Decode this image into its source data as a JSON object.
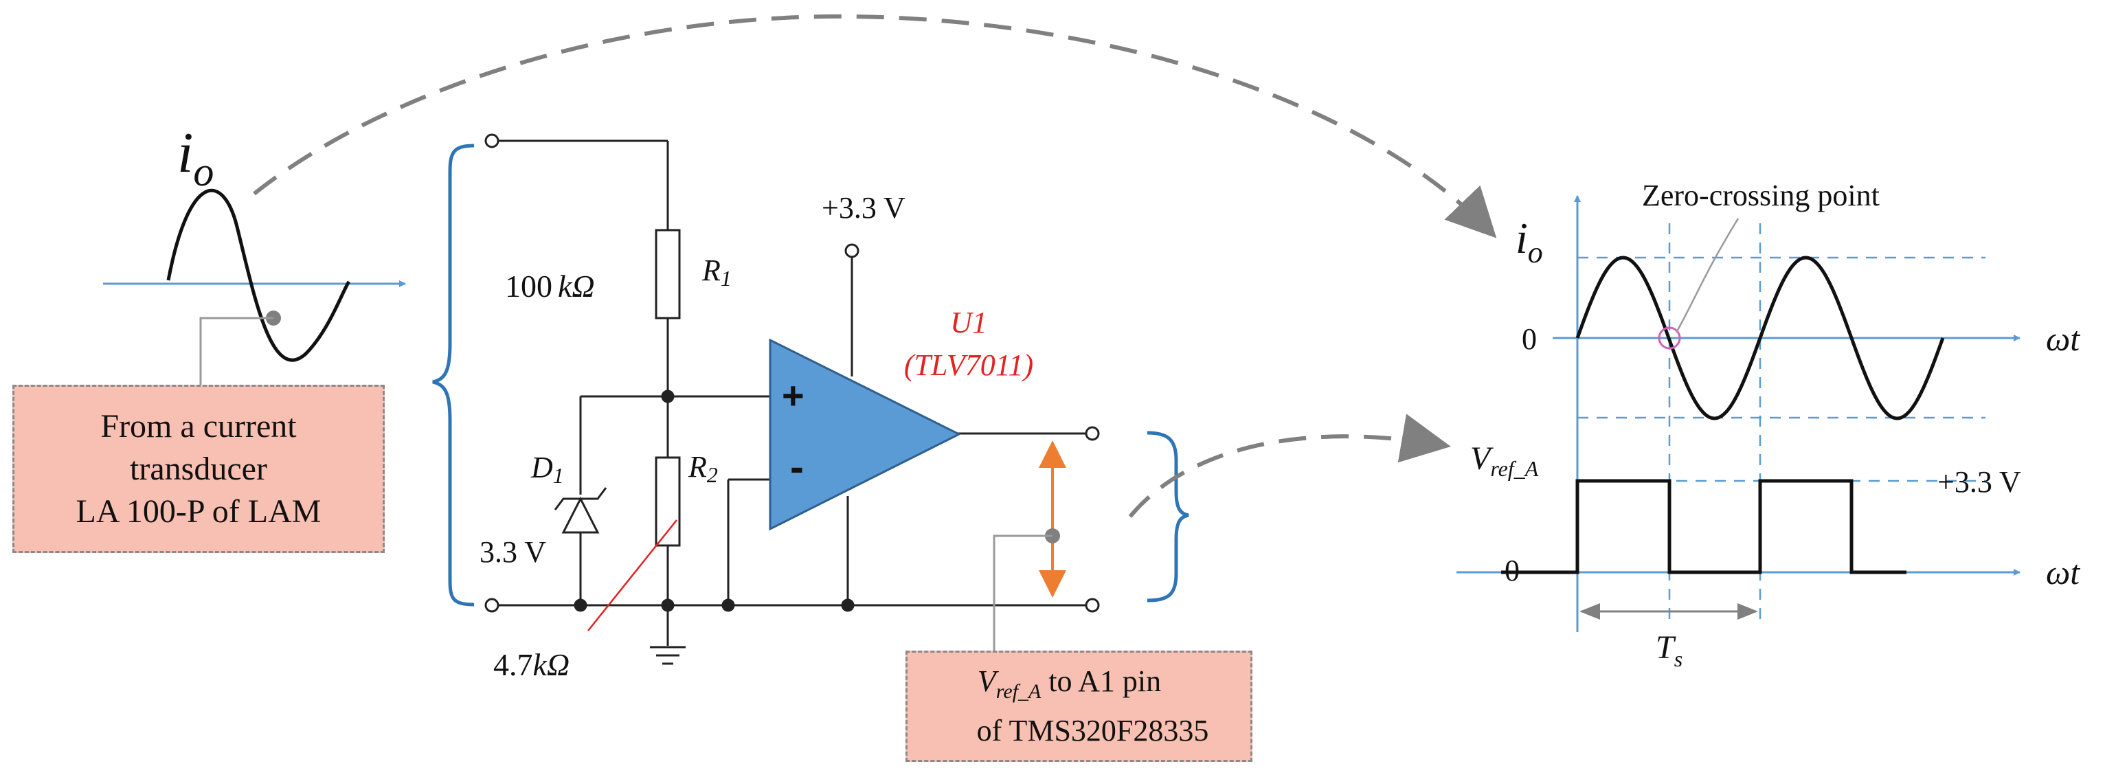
{
  "input_signal": {
    "symbol": "i",
    "subscript": "o"
  },
  "source_note": {
    "lines": [
      "From a current",
      "transducer",
      "LA 100-P of LAM"
    ]
  },
  "circuit": {
    "supply_label": "+3.3 V",
    "r1": {
      "name": "R",
      "sub": "1",
      "value_num": "100",
      "value_unit": "kΩ"
    },
    "r2": {
      "name": "R",
      "sub": "2",
      "value_num": "4.7",
      "value_unit": "kΩ"
    },
    "d1": {
      "name": "D",
      "sub": "1",
      "value": "3.3 V"
    },
    "opamp": {
      "name": "U1",
      "part": "(TLV7011)",
      "plus": "+",
      "minus": "-"
    }
  },
  "output_note": {
    "signal": "V",
    "signal_sub": "ref_A",
    "line1_rest": " to A1 pin",
    "line2": "of TMS320F28335"
  },
  "waveforms": {
    "top_label": {
      "symbol": "i",
      "subscript": "o"
    },
    "zero_top": "0",
    "axis_top": "ωt",
    "bottom_label": {
      "symbol": "V",
      "subscript": "ref_A"
    },
    "level_label": "+3.3 V",
    "zero_bottom": "0",
    "axis_bottom": "ωt",
    "period": {
      "symbol": "T",
      "subscript": "s"
    },
    "annotation": "Zero-crossing point"
  },
  "colors": {
    "axis_blue": "#5b9bd5",
    "bracket_blue": "#2e75b6",
    "opamp_fill": "#5b9bd5",
    "opamp_stroke": "#2f5f8f",
    "opamp_label": "#e32222",
    "note_fill": "#f8c0b2",
    "arrow_gray": "#808080",
    "orange": "#ed7d31",
    "marker_pink": "#d35fb7"
  }
}
